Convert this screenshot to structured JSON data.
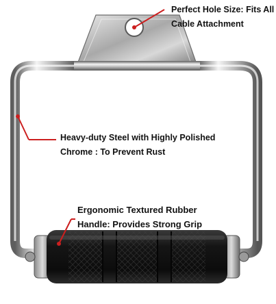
{
  "callouts": {
    "hole": {
      "line1": "Perfect Hole Size: Fits All",
      "line2": "Cable Attachment"
    },
    "steel": {
      "line1": "Heavy-duty Steel with Highly Polished",
      "line2": "Chrome : To Prevent Rust"
    },
    "rubber": {
      "line1": "Ergonomic Textured Rubber",
      "line2": "Handle: Provides Strong Grip"
    }
  },
  "colors": {
    "background": "#ffffff",
    "callout_marker": "#cc1f1f",
    "chrome_light": "#f2f2f2",
    "chrome_dark": "#6f6f6f",
    "rubber": "#1e1e1e",
    "text": "#111111"
  }
}
